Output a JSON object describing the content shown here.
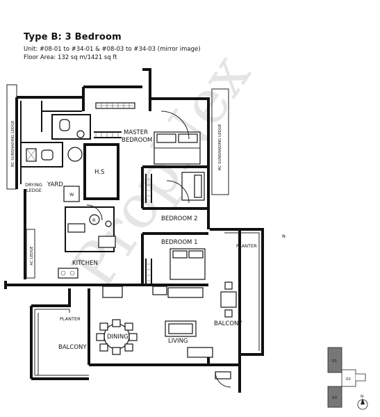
{
  "header": {
    "title": "Type B: 3 Bedroom",
    "unit": "Unit: #08-01 to #34-01 & #08-03 to #34-03 (mirror image)",
    "floor_area": "Floor Area: 132 sq m/1421 sq ft"
  },
  "rooms": {
    "master_bedroom_l1": "MASTER",
    "master_bedroom_l2": "BEDROOM",
    "hs": "H.S",
    "yard": "YARD",
    "drying_l1": "DRYING",
    "drying_l2": "LEDGE",
    "washer": "W",
    "bedroom2": "BEDROOM 2",
    "bedroom1": "BEDROOM 1",
    "kitchen": "KITCHEN",
    "dining": "DINING",
    "living": "LIVING",
    "balcony_left": "BALCONY",
    "balcony_right": "BALCONY",
    "planter_left": "PLANTER",
    "planter_right": "PLANTER",
    "rc_ledge_left": "RC SUNSHADING LEDGE",
    "rc_ledge_right": "RC SUNSHADING LEDGE",
    "ac_ledge": "AC LEDGE",
    "refrigerator": "R"
  },
  "key_plan": {
    "stack_01": "01",
    "stack_02": "02",
    "stack_03": "03",
    "north": "N"
  },
  "watermark": "PropNex"
}
